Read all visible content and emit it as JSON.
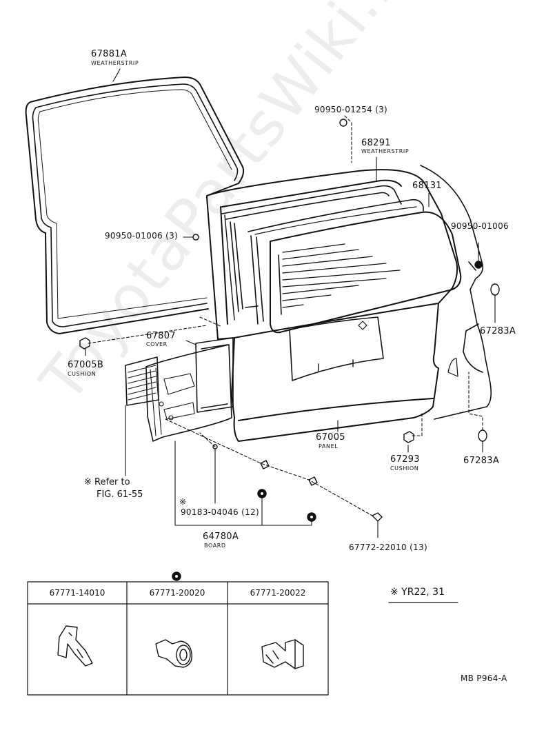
{
  "watermark": "ToyotaPartsWiki.ru",
  "parts": {
    "weatherstrip_door": {
      "num": "67881A",
      "name": "WEATHERSTRIP"
    },
    "bolt_1254": {
      "num": "90950-01254 (3)"
    },
    "weatherstrip_glass": {
      "num": "68291",
      "name": "WEATHERSTRIP"
    },
    "glass": {
      "num": "68131"
    },
    "bolt_1006_left": {
      "num": "90950-01006 (3)"
    },
    "bolt_1006_right": {
      "num": "90950-01006"
    },
    "cover": {
      "num": "67807",
      "name": "COVER"
    },
    "cushion_67005b": {
      "num": "67005B",
      "name": "CUSHION"
    },
    "stopper_right_top": {
      "num": "67283A"
    },
    "panel": {
      "num": "67005",
      "name": "PANEL"
    },
    "cushion_67293": {
      "num": "67293",
      "name": "CUSHION"
    },
    "stopper_right_bottom": {
      "num": "67283A"
    },
    "refer_note": {
      "line1": "※ Refer to",
      "line2": "FIG. 61-55"
    },
    "clip_04046": {
      "num": "※",
      "num2": "90183-04046 (12)"
    },
    "board": {
      "num": "64780A",
      "name": "BOARD"
    },
    "clip_22010": {
      "num": "67772-22010 (13)"
    }
  },
  "legend_table": {
    "headers": [
      "67771-14010",
      "67771-20020",
      "67771-20022"
    ]
  },
  "model_note": "※  YR22, 31",
  "figure_code": "MB  P964-A"
}
